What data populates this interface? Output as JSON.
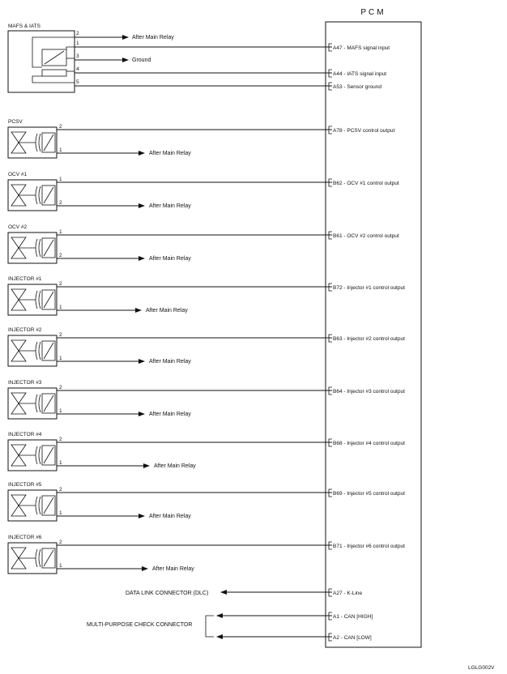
{
  "pcm": {
    "title": "PCM",
    "pins": [
      {
        "code": "A47",
        "label": "MAFS signal input"
      },
      {
        "code": "A44",
        "label": "IATS signal input"
      },
      {
        "code": "A53",
        "label": "Sensor ground"
      },
      {
        "code": "A78",
        "label": "PCSV control output"
      },
      {
        "code": "B62",
        "label": "OCV #1 control output"
      },
      {
        "code": "B61",
        "label": "OCV #2 control output"
      },
      {
        "code": "B72",
        "label": "Injector #1 control output"
      },
      {
        "code": "B63",
        "label": "Injector #2 control output"
      },
      {
        "code": "B64",
        "label": "Injector #3 control output"
      },
      {
        "code": "B68",
        "label": "Injector #4 control output"
      },
      {
        "code": "B69",
        "label": "Injector #5 control output"
      },
      {
        "code": "B71",
        "label": "Injector #6 control output"
      },
      {
        "code": "A27",
        "label": "K-Line"
      },
      {
        "code": "A1",
        "label": "CAN [HIGH]"
      },
      {
        "code": "A2",
        "label": "CAN [LOW]"
      }
    ]
  },
  "sensor": {
    "name": "MAFS & IATS",
    "pins": [
      "2",
      "1",
      "3",
      "4",
      "5"
    ],
    "after_main_relay": "After Main Relay",
    "ground": "Ground"
  },
  "actuators": [
    {
      "name": "PCSV",
      "top_pin": "2",
      "bottom_pin": "1",
      "relay": "After Main Relay"
    },
    {
      "name": "OCV #1",
      "top_pin": "1",
      "bottom_pin": "2",
      "relay": "After Main Relay"
    },
    {
      "name": "OCV #2",
      "top_pin": "1",
      "bottom_pin": "2",
      "relay": "After Main Relay"
    },
    {
      "name": "INJECTOR #1",
      "top_pin": "2",
      "bottom_pin": "1",
      "relay": "After Main Relay"
    },
    {
      "name": "INJECTOR #2",
      "top_pin": "2",
      "bottom_pin": "1",
      "relay": "After Main Relay"
    },
    {
      "name": "INJECTOR #3",
      "top_pin": "2",
      "bottom_pin": "1",
      "relay": "After Main Relay"
    },
    {
      "name": "INJECTOR #4",
      "top_pin": "2",
      "bottom_pin": "1",
      "relay": "After Main Relay"
    },
    {
      "name": "INJECTOR #5",
      "top_pin": "2",
      "bottom_pin": "1",
      "relay": "After Main Relay"
    },
    {
      "name": "INJECTOR #6",
      "top_pin": "2",
      "bottom_pin": "1",
      "relay": "After Main Relay"
    }
  ],
  "connectors": {
    "dlc": "DATA LINK CONNECTOR (DLC)",
    "mpc": "MULTI-PURPOSE CHECK CONNECTOR"
  },
  "figure_code": "LGLG002V"
}
